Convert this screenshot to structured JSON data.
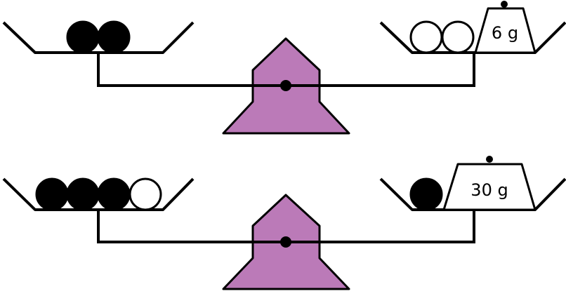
{
  "colors": {
    "fulcrum_fill": "#bb7ab8",
    "line": "#000000",
    "black_ball": "#000000",
    "white_ball": "#ffffff"
  },
  "scales": [
    {
      "left_pan": [
        "black",
        "black"
      ],
      "right_pan": [
        "white",
        "white"
      ],
      "weight_label": "6 g"
    },
    {
      "left_pan": [
        "black",
        "black",
        "black",
        "white"
      ],
      "right_pan": [
        "black"
      ],
      "weight_label": "30 g"
    }
  ]
}
